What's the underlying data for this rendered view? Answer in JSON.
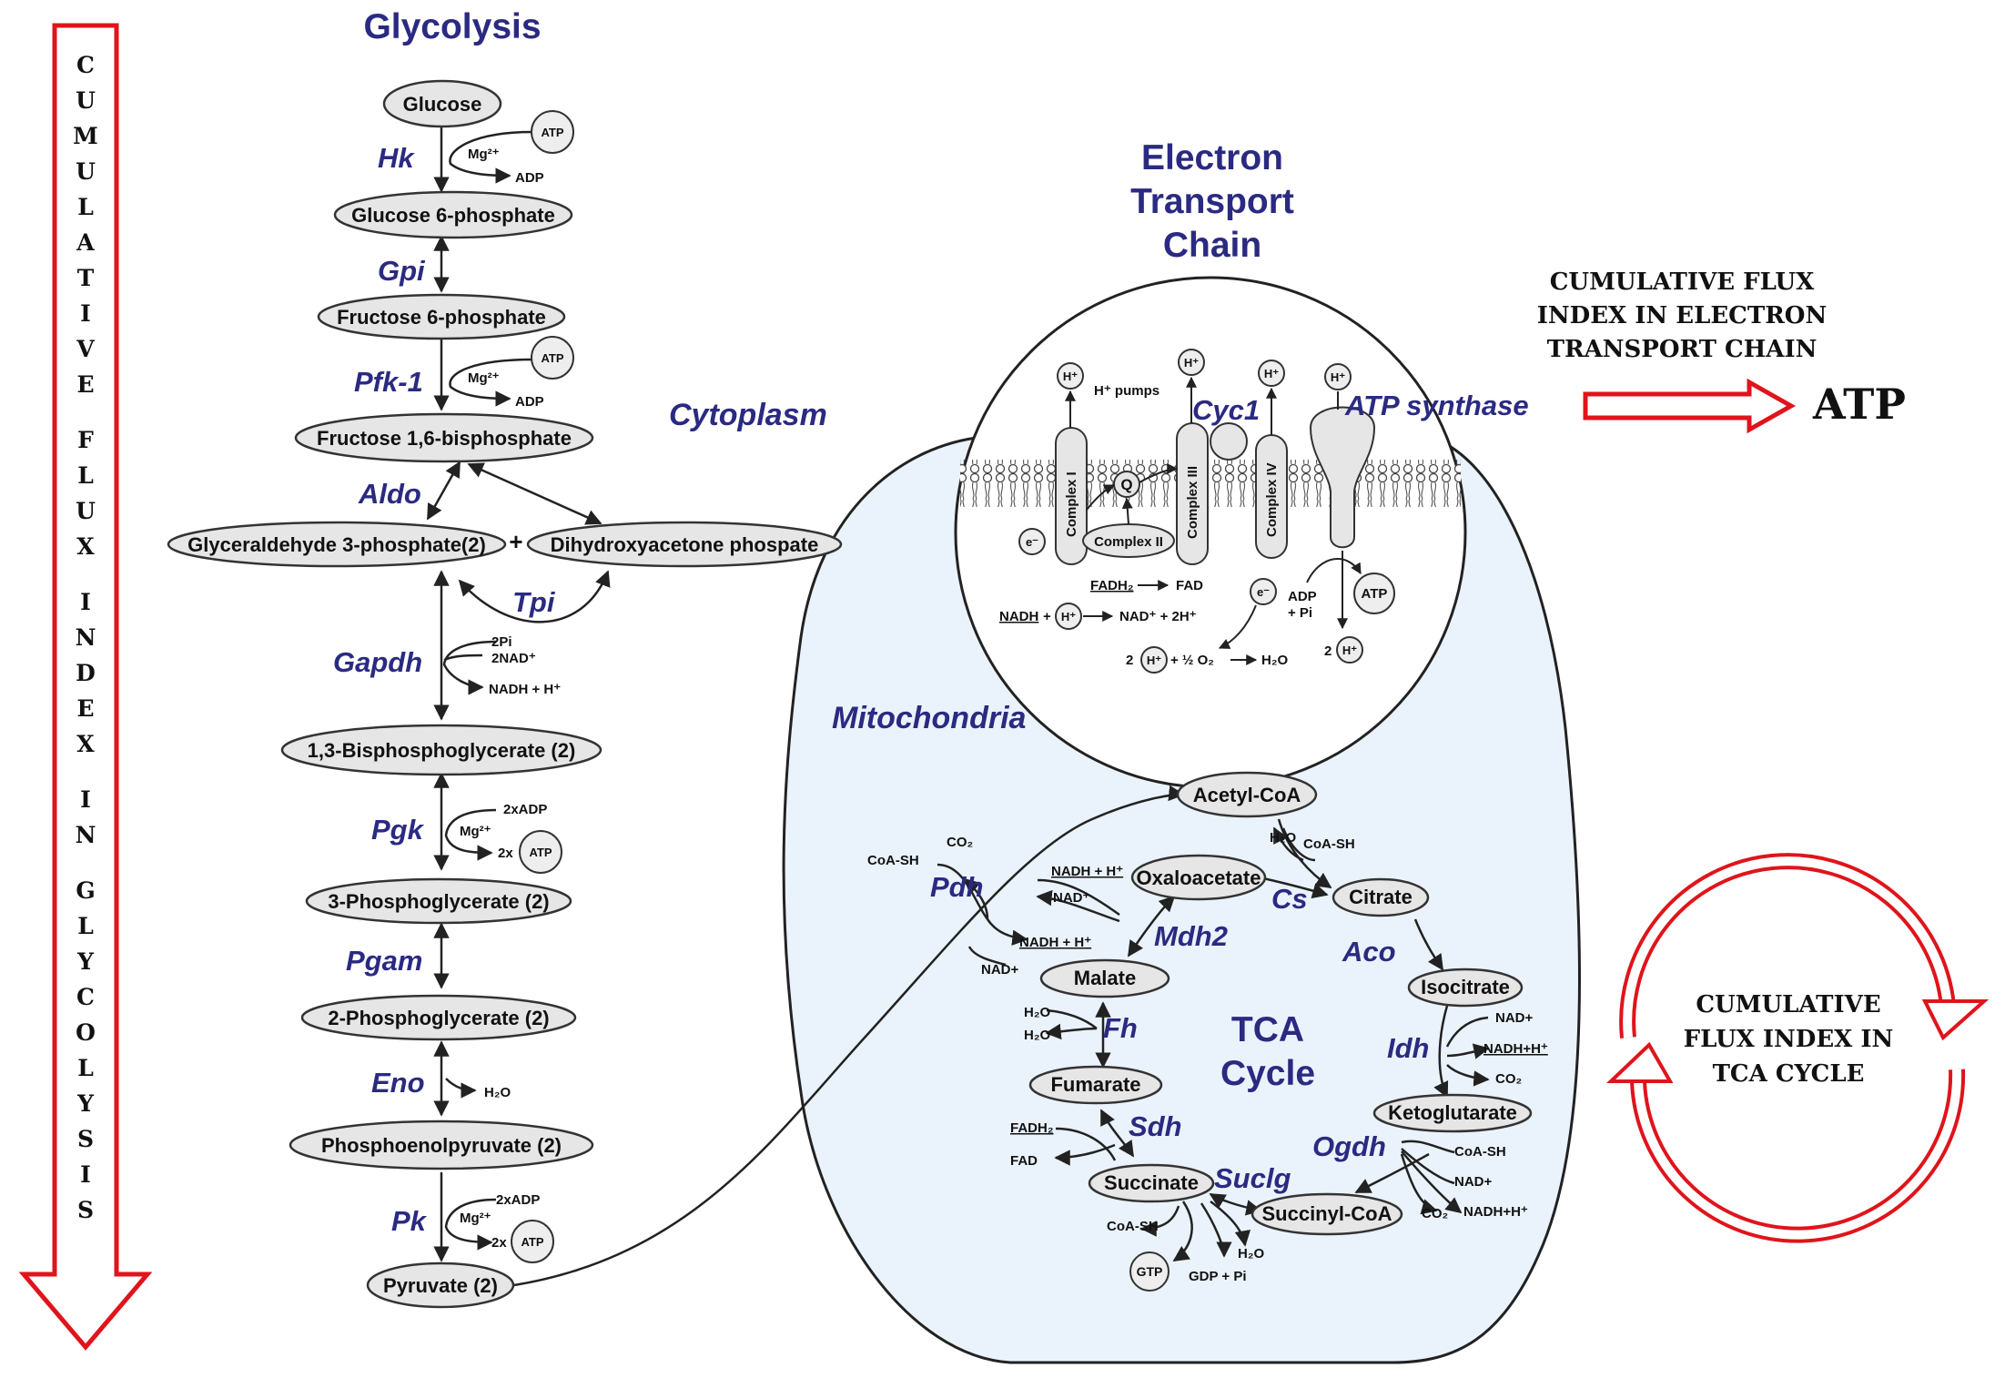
{
  "titles": {
    "glycolysis": "Glycolysis",
    "etc_line1": "Electron",
    "etc_line2": "Transport",
    "etc_line3": "Chain",
    "tca_line1": "TCA",
    "tca_line2": "Cycle"
  },
  "regions": {
    "cytoplasm": "Cytoplasm",
    "mitochondria": "Mitochondria"
  },
  "glycolysis": {
    "metabolites": {
      "glucose": "Glucose",
      "g6p": "Glucose 6-phosphate",
      "f6p": "Fructose 6-phosphate",
      "f16bp": "Fructose 1,6-bisphosphate",
      "g3p": "Glyceraldehyde 3-phosphate(2)",
      "plus": "+",
      "dhap": "Dihydroxyacetone phospate",
      "bpg": "1,3-Bisphosphoglycerate (2)",
      "pg3": "3-Phosphoglycerate (2)",
      "pg2": "2-Phosphoglycerate (2)",
      "pep": "Phosphoenolpyruvate (2)",
      "pyr": "Pyruvate (2)"
    },
    "enzymes": {
      "hk": "Hk",
      "gpi": "Gpi",
      "pfk": "Pfk-1",
      "aldo": "Aldo",
      "tpi": "Tpi",
      "gapdh": "Gapdh",
      "pgk": "Pgk",
      "pgam": "Pgam",
      "eno": "Eno",
      "pk": "Pk"
    },
    "cofactors": {
      "atp": "ATP",
      "mg": "Mg²⁺",
      "adp": "ADP",
      "pi2": "2Pi",
      "nad2": "2NAD⁺",
      "nadh": "NADH + H⁺",
      "adp2x": "2xADP",
      "x2": "2x",
      "h2o": "H₂O"
    }
  },
  "etc": {
    "hplus": "H⁺",
    "hpumps": "H⁺ pumps",
    "cyc1": "Cyc1",
    "atp_synthase": "ATP synthase",
    "complex1": "Complex I",
    "complex2": "Complex II",
    "complex3": "Complex III",
    "complex4": "Complex IV",
    "q": "Q",
    "e": "e⁻",
    "fadh2": "FADH₂",
    "fad": "FAD",
    "nadh": "NADH",
    "nad_2h": "NAD⁺ + 2H⁺",
    "two": "2",
    "half_o2": "+ ½ O₂",
    "h2o": "H₂O",
    "adp": "ADP",
    "pi": "+ Pi",
    "atp": "ATP"
  },
  "tca": {
    "metabolites": {
      "acetyl": "Acetyl-CoA",
      "oxalo": "Oxaloacetate",
      "citrate": "Citrate",
      "isocitrate": "Isocitrate",
      "malate": "Malate",
      "fumarate": "Fumarate",
      "keto": "Ketoglutarate",
      "succinate": "Succinate",
      "succoa": "Succinyl-CoA",
      "gtp": "GTP"
    },
    "enzymes": {
      "pdh": "Pdh",
      "cs": "Cs",
      "mdh2": "Mdh2",
      "aco": "Aco",
      "fh": "Fh",
      "idh": "Idh",
      "sdh": "Sdh",
      "ogdh": "Ogdh",
      "suclg": "Suclg"
    },
    "cofactors": {
      "coash": "CoA-SH",
      "co2": "CO₂",
      "nadplus": "NAD+",
      "nadh_h": "NADH + H⁺",
      "nadp": "NAD⁺",
      "h2o": "H₂O",
      "nadh_h2": "NADH+H⁺",
      "fadh2": "FADH₂",
      "fad": "FAD",
      "gdp_pi": "GDP + Pi"
    }
  },
  "annotations": {
    "vertical_flux": "CUMULATIVE FLUX INDEX IN GLYCOLYSIS",
    "etc_flux_1": "CUMULATIVE FLUX",
    "etc_flux_2": "INDEX IN ELECTRON",
    "etc_flux_3": "TRANSPORT CHAIN",
    "atp": "ATP",
    "tca_flux_1": "CUMULATIVE",
    "tca_flux_2": "FLUX INDEX IN",
    "tca_flux_3": "TCA CYCLE"
  },
  "colors": {
    "accent_blue": "#2b2a82",
    "arrow_red": "#e0141b",
    "mito_fill": "#eaf3fb",
    "node_fill": "#e6e6e6"
  }
}
